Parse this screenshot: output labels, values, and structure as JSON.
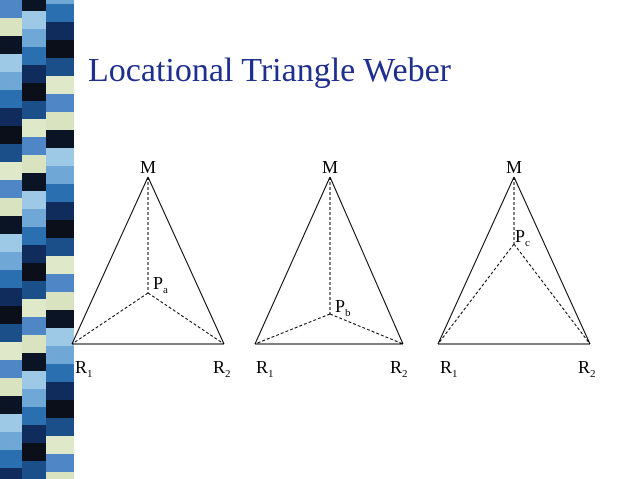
{
  "slide": {
    "title": "Locational Triangle Weber"
  },
  "sidebar": {
    "pattern_colors": [
      "#4f86c6",
      "#9ec9e6",
      "#0f2c5c",
      "#dfe8c8",
      "#0b1424",
      "#2a6fb0",
      "#1a4f8a",
      "#d9e3bf",
      "#6fa8d6",
      "#0a0f1a"
    ]
  },
  "triangles": [
    {
      "vertex_label": "M",
      "left_label": {
        "base": "R",
        "sub": "1"
      },
      "right_label": {
        "base": "R",
        "sub": "2"
      },
      "point_label": {
        "base": "P",
        "sub": "a"
      }
    },
    {
      "vertex_label": "M",
      "left_label": {
        "base": "R",
        "sub": "1"
      },
      "right_label": {
        "base": "R",
        "sub": "2"
      },
      "point_label": {
        "base": "P",
        "sub": "b"
      }
    },
    {
      "vertex_label": "M",
      "left_label": {
        "base": "R",
        "sub": "1"
      },
      "right_label": {
        "base": "R",
        "sub": "2"
      },
      "point_label": {
        "base": "P",
        "sub": "c"
      }
    }
  ]
}
